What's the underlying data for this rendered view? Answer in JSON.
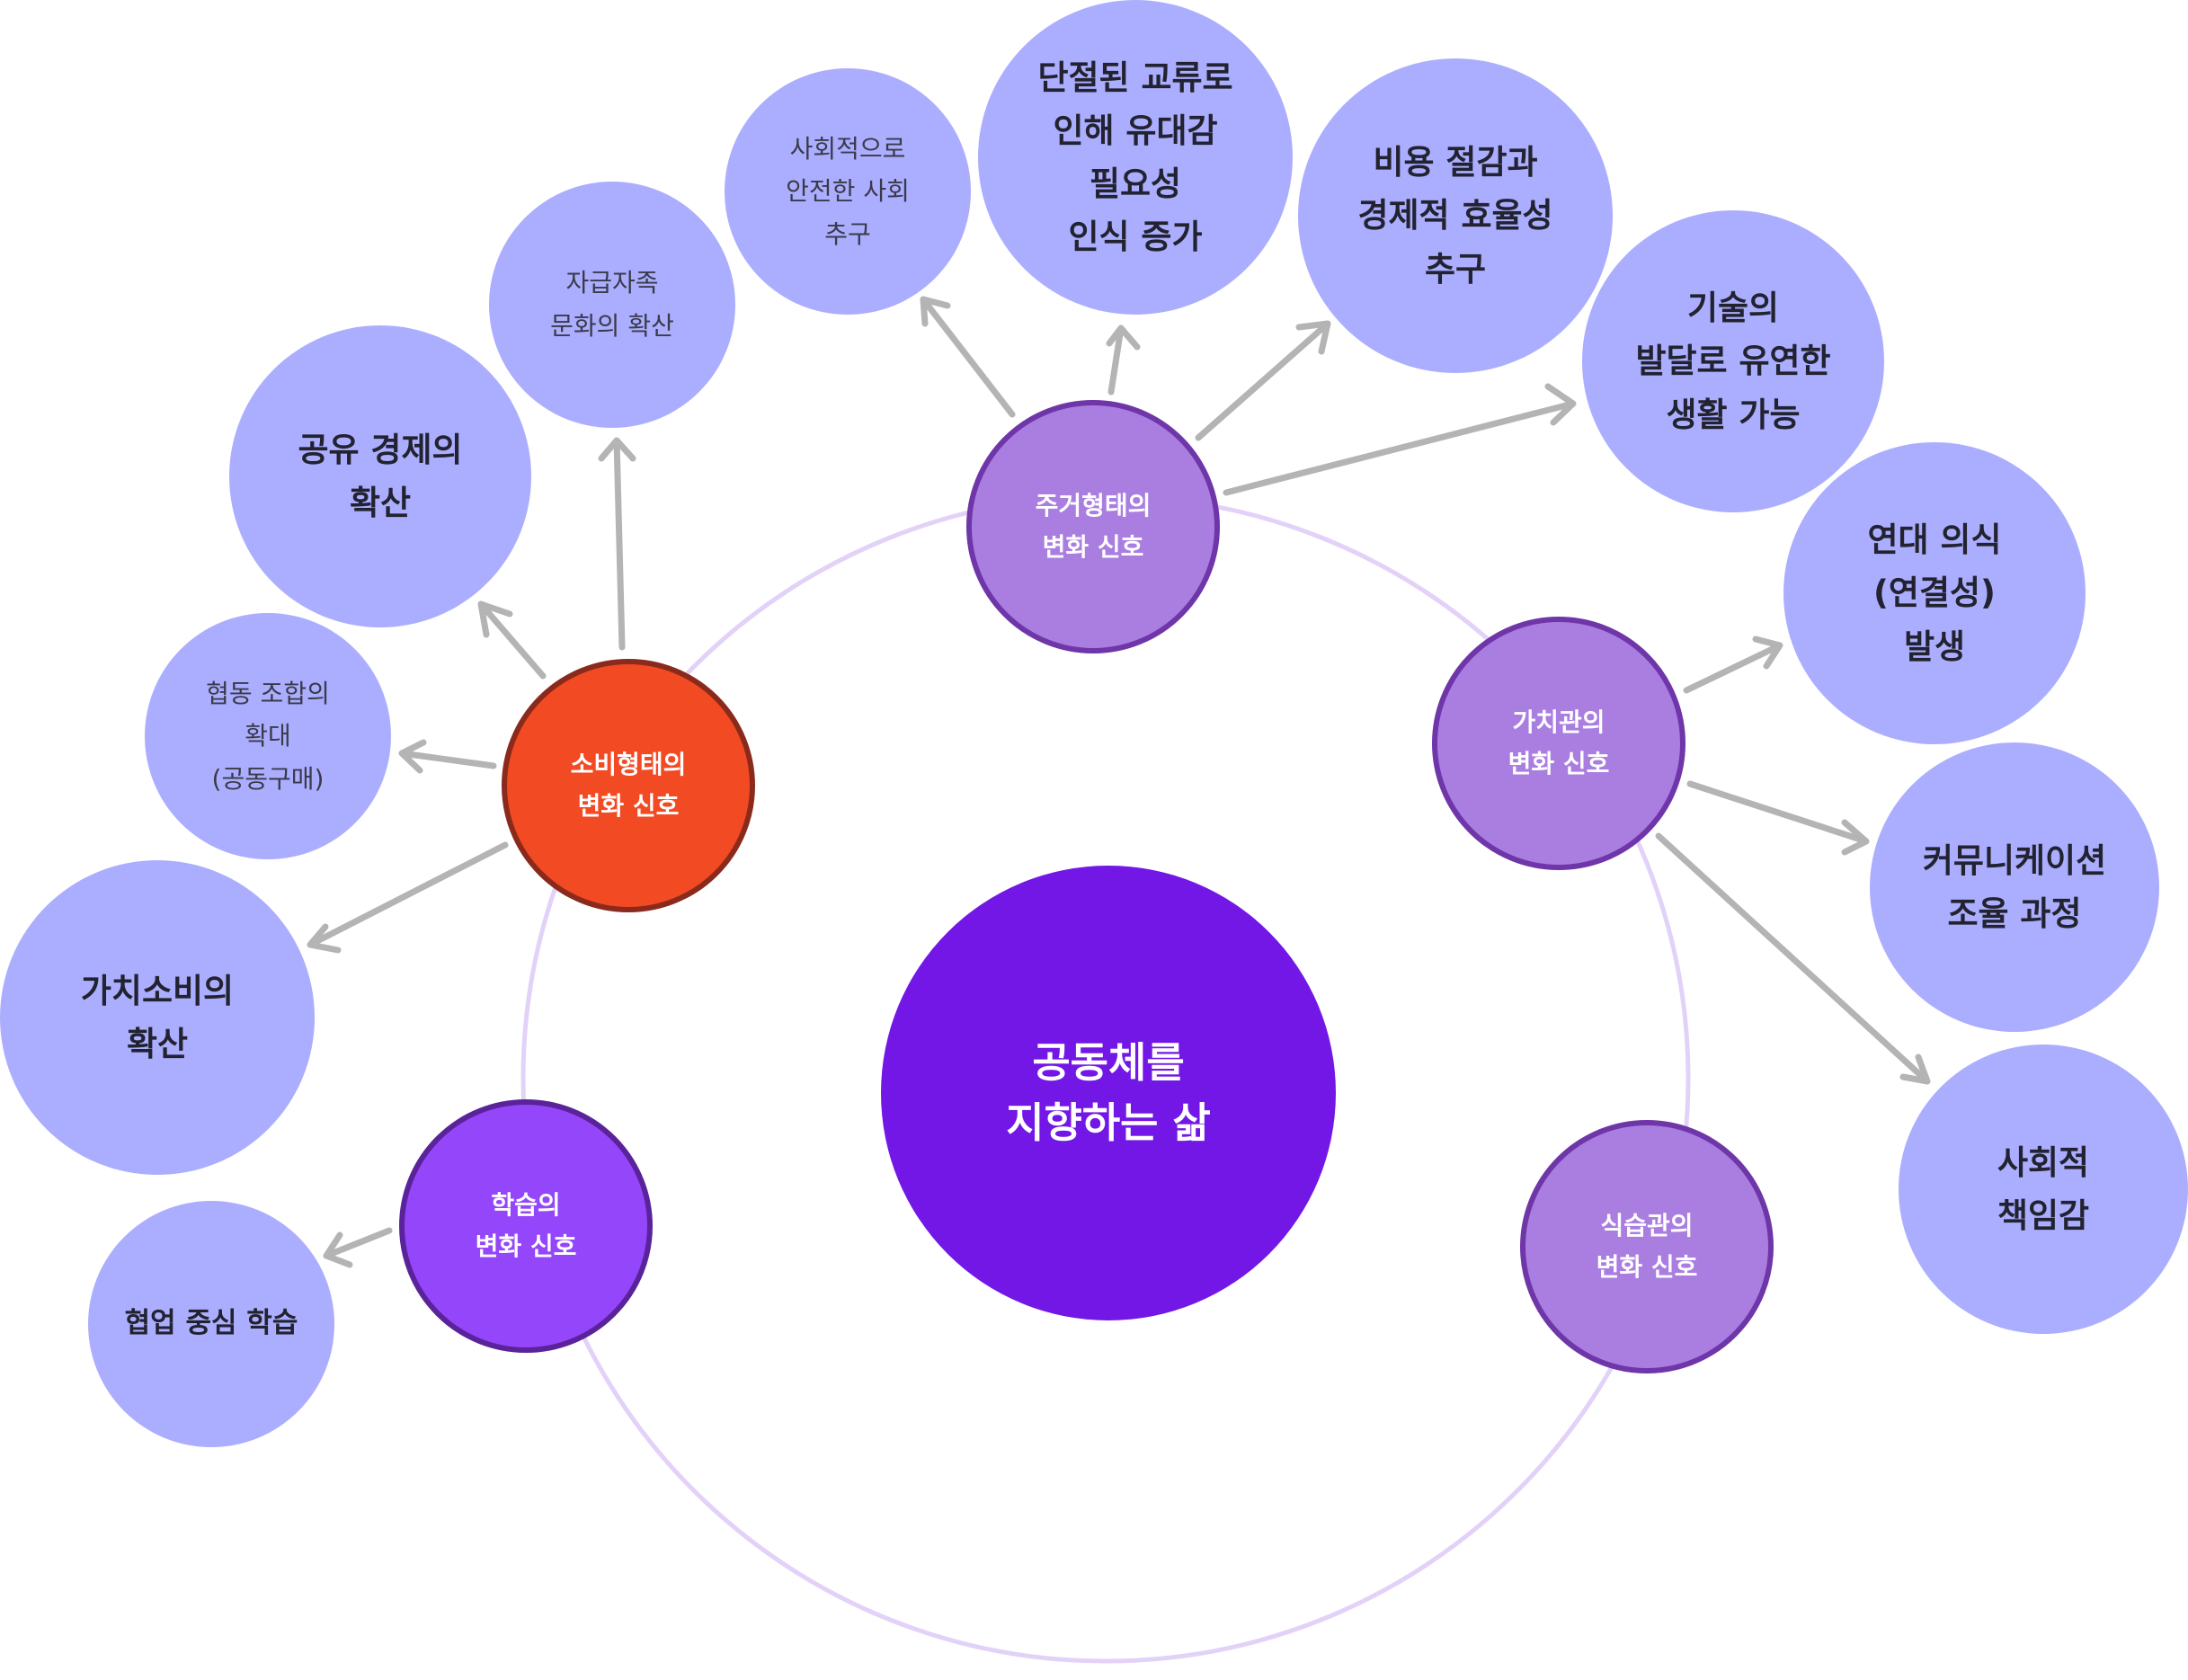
{
  "diagram": {
    "center": {
      "label": "공동체를\n지향하는 삶",
      "color": "#7217e6"
    },
    "hubs": {
      "consumption": {
        "label": "소비형태의\n변화 신호",
        "color": "#f24a22"
      },
      "housing": {
        "label": "주거형태의\n변화 신호",
        "color": "#a97ee0"
      },
      "values": {
        "label": "가치관의\n변화 신호",
        "color": "#a97ee0"
      },
      "learning": {
        "label": "학습의\n변화 신호",
        "color": "#9446fb"
      },
      "diet": {
        "label": "식습관의\n변화 신호",
        "color": "#a97ee0"
      }
    },
    "leaves": {
      "sharing_economy": {
        "label": "공유 경제의\n확산"
      },
      "self_sufficiency": {
        "label": "자급자족\n문화의 확산"
      },
      "cooperative": {
        "label": "협동 조합의\n확대\n(공동구매)"
      },
      "value_consumption": {
        "label": "가치소비의\n확산"
      },
      "safe_society": {
        "label": "사회적으로\n안전한 사회\n추구"
      },
      "bonding": {
        "label": "단절된 교류로\n인해 유대감\n필요성\n인식 증가"
      },
      "cost_saving": {
        "label": "비용 절감과\n경제적 효율성\n추구"
      },
      "technology": {
        "label": "기술의\n발달로 유연한\n생활 가능"
      },
      "solidarity": {
        "label": "연대 의식\n(연결성)\n발생"
      },
      "communication": {
        "label": "커뮤니케이션\n조율 과정"
      },
      "responsibility": {
        "label": "사회적\n책임감"
      },
      "collab_learning": {
        "label": "협업 중심 학습"
      }
    },
    "colors": {
      "leaf": "#abaefe",
      "ring": "#e3d2f8",
      "arrow": "#b4b4b4"
    }
  }
}
